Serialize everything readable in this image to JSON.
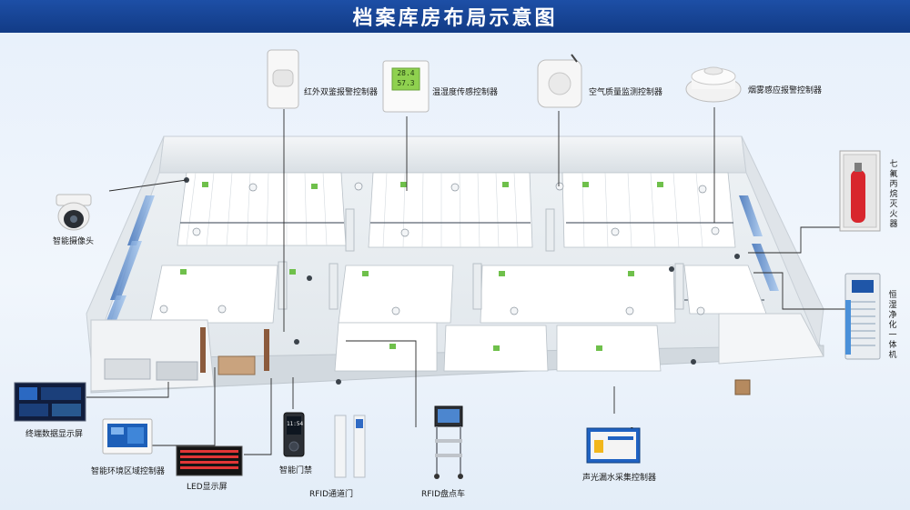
{
  "title": "档案库房布局示意图",
  "devices": {
    "ir_alarm": "红外双鉴报警控制器",
    "temp_humidity": "温湿度传感控制器",
    "air_quality": "空气质量监测控制器",
    "smoke": "烟雾感应报警控制器",
    "camera": "智能摄像头",
    "fire_ext": "七氟丙烷灭火器",
    "humid_purifier": "恒湿净化一体机",
    "terminal_screen": "终端数据显示屏",
    "env_controller": "智能环境区域控制器",
    "led_screen": "LED显示屏",
    "access": "智能门禁",
    "rfid_gate": "RFID通道门",
    "rfid_cart": "RFID盘点车",
    "leak": "声光漏水采集控制器"
  },
  "thermo_display": {
    "line1": "28.4",
    "line2": "57.3"
  },
  "access_display": "11:54",
  "colors": {
    "title_bar": "#1a4799",
    "leader_line": "#2b2b2b",
    "wall": "#dfe5ea",
    "shelf": "#ffffff",
    "floor": "#e9eef2",
    "green_sensor": "#6fc04b"
  }
}
